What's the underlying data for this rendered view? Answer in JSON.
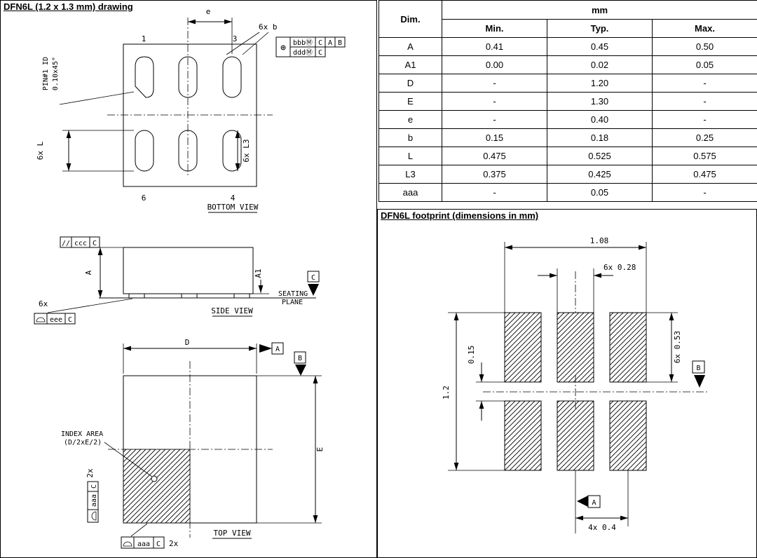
{
  "drawing_panel": {
    "title": "DFN6L (1.2 x 1.3 mm) drawing",
    "bottom_view": {
      "caption": "BOTTOM VIEW",
      "pin_top_left": "1",
      "pin_top_right": "3",
      "pin_bottom_left": "6",
      "pin_bottom_right": "4",
      "dim_pitch": "e",
      "dim_pad_width": "6x b",
      "dim_pad_length": "6x L",
      "dim_pad_length3": "6x L3",
      "pin1_id_label": "PIN#1 ID",
      "pin1_chamfer": "0.10x45°",
      "fcf_position_symbol": "⊕",
      "fcf_bbb": "bbbⓂ",
      "fcf_bbb_ref1": "C",
      "fcf_bbb_ref2": "A",
      "fcf_bbb_ref3": "B",
      "fcf_ddd": "dddⓂ",
      "fcf_ddd_ref1": "C"
    },
    "side_view": {
      "caption": "SIDE VIEW",
      "dim_height": "A",
      "dim_standoff": "A1",
      "seating_word1": "SEATING",
      "seating_word2": "PLANE",
      "datum_c": "C",
      "fcf_parallel_symbol": "//",
      "fcf_ccc": "ccc",
      "fcf_ccc_ref": "C",
      "lead_count": "6x",
      "fcf_eee": "eee",
      "fcf_eee_ref": "C"
    },
    "top_view": {
      "caption": "TOP VIEW",
      "dim_body_width": "D",
      "dim_body_length": "E",
      "datum_a": "A",
      "datum_b": "B",
      "index_area_label": "INDEX AREA",
      "index_area_formula": "(D/2xE/2)",
      "fcf_aaa": "aaa",
      "fcf_aaa_ref": "C",
      "count_2x": "2x"
    }
  },
  "dim_table": {
    "header_dim": "Dim.",
    "header_unit": "mm",
    "header_min": "Min.",
    "header_typ": "Typ.",
    "header_max": "Max.",
    "rows": [
      {
        "dim": "A",
        "min": "0.41",
        "typ": "0.45",
        "max": "0.50"
      },
      {
        "dim": "A1",
        "min": "0.00",
        "typ": "0.02",
        "max": "0.05"
      },
      {
        "dim": "D",
        "min": "-",
        "typ": "1.20",
        "max": "-"
      },
      {
        "dim": "E",
        "min": "-",
        "typ": "1.30",
        "max": "-"
      },
      {
        "dim": "e",
        "min": "-",
        "typ": "0.40",
        "max": "-"
      },
      {
        "dim": "b",
        "min": "0.15",
        "typ": "0.18",
        "max": "0.25"
      },
      {
        "dim": "L",
        "min": "0.475",
        "typ": "0.525",
        "max": "0.575"
      },
      {
        "dim": "L3",
        "min": "0.375",
        "typ": "0.425",
        "max": "0.475"
      },
      {
        "dim": "aaa",
        "min": "-",
        "typ": "0.05",
        "max": "-"
      }
    ]
  },
  "footprint_panel": {
    "title": "DFN6L footprint (dimensions in mm)",
    "dim_span": "1.08",
    "dim_pad_width": "6x 0.28",
    "dim_pad_height": "6x 0.53",
    "dim_gap": "0.15",
    "dim_height": "1.2",
    "dim_pitch": "4x 0.4",
    "datum_a": "A",
    "datum_b": "B"
  }
}
